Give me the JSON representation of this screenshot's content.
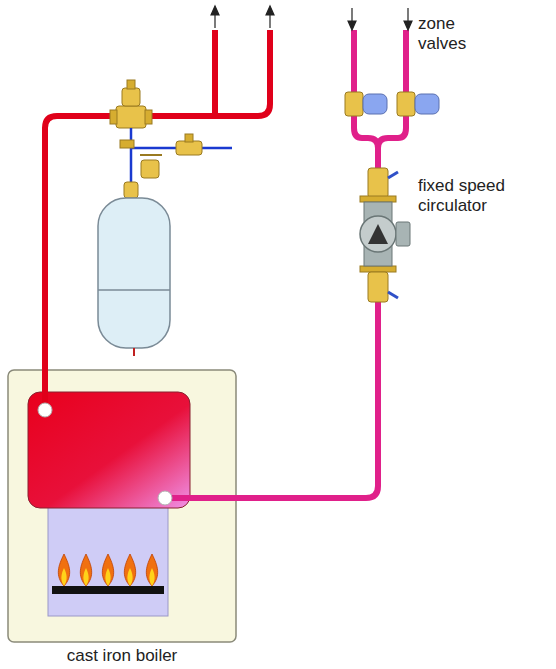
{
  "diagram": {
    "nodes": [
      {
        "text": [
          "cast iron boiler"
        ]
      }
    ],
    "labels": [
      "zone valves",
      "fixed speed circulator"
    ]
  }
}
